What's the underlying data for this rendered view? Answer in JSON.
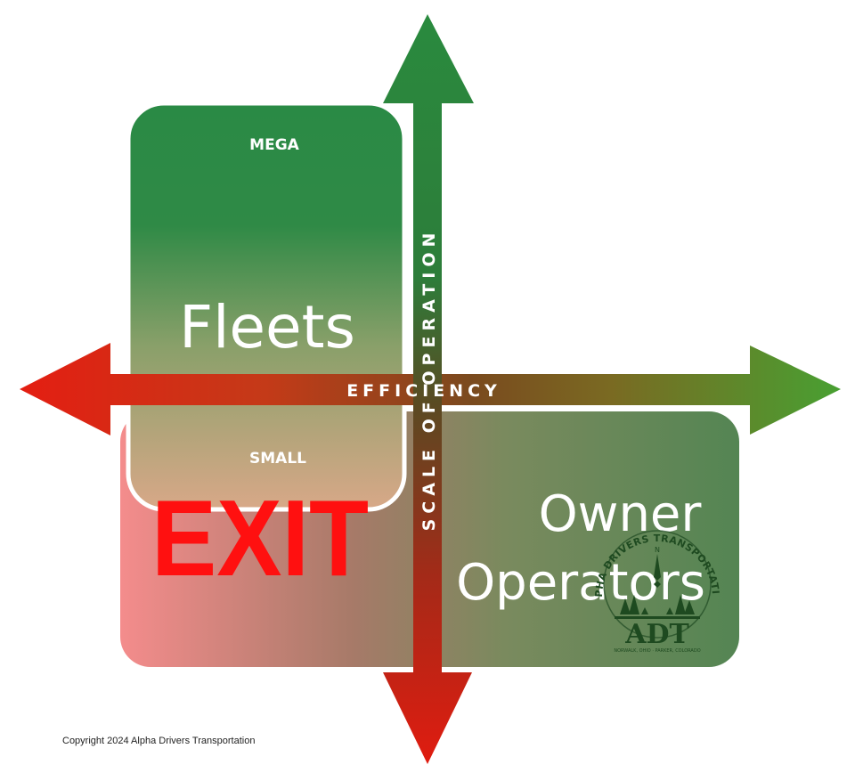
{
  "diagram": {
    "quadrant_top_label": "MEGA",
    "quadrant_bottom_label": "SMALL",
    "fleets_label": "Fleets",
    "exit_label": "EXIT",
    "owner_label_line1": "Owner",
    "owner_label_line2": "Operators",
    "horizontal_axis_label": "EFFICIENCY",
    "vertical_axis_label": "SCALE OF OPERATION"
  },
  "logo": {
    "arc_text": "ALPHA DRIVERS TRANSPORTATION",
    "initials": "ADT",
    "location_line": "NORWALK, OHIO · PARKER, COLORADO",
    "compass_letter": "N"
  },
  "footer": {
    "copyright": "Copyright 2024 Alpha Drivers Transportation"
  },
  "colors": {
    "green_dark": "#2b8a45",
    "green_arrow": "#3a9a3a",
    "red_arrow": "#e02010",
    "exit_red": "#ff1010",
    "owner_green": "#5a8a55",
    "pink": "#f28a8a"
  }
}
